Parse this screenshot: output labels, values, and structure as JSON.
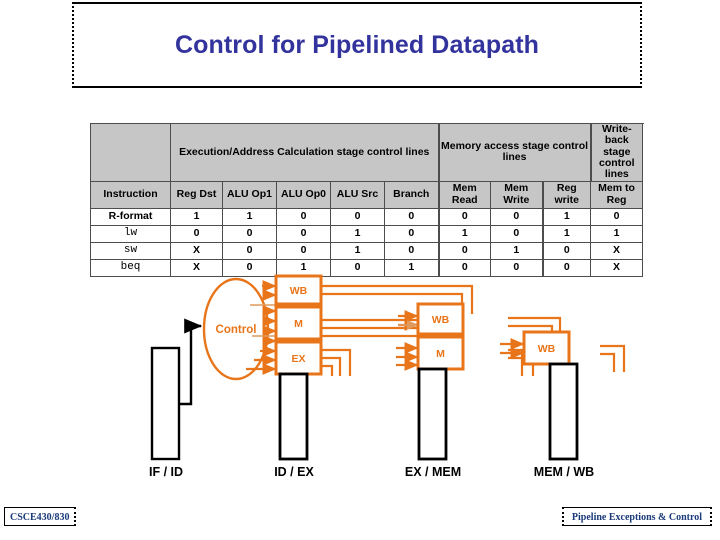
{
  "slide": {
    "title": "Control for Pipelined Datapath"
  },
  "footer": {
    "left": "CSCE430/830",
    "right": "Pipeline Exceptions & Control"
  },
  "table": {
    "group_headers": [
      {
        "label": "",
        "span": 1
      },
      {
        "label": "Execution/Address Calculation stage control lines",
        "span": 5
      },
      {
        "label": "Memory access stage control lines",
        "span": 3
      },
      {
        "label": "Write-back stage control lines",
        "span": 2
      }
    ],
    "columns": [
      "Instruction",
      "Reg Dst",
      "ALU Op1",
      "ALU Op0",
      "ALU Src",
      "Branch",
      "Mem Read",
      "Mem Write",
      "Reg write",
      "Mem to Reg"
    ],
    "rows": [
      {
        "instruction": "R-format",
        "values": [
          "1",
          "1",
          "0",
          "0",
          "0",
          "0",
          "0",
          "1",
          "0"
        ]
      },
      {
        "instruction": "lw",
        "values": [
          "0",
          "0",
          "0",
          "1",
          "0",
          "1",
          "0",
          "1",
          "1"
        ]
      },
      {
        "instruction": "sw",
        "values": [
          "X",
          "0",
          "0",
          "1",
          "0",
          "0",
          "1",
          "0",
          "X"
        ]
      },
      {
        "instruction": "beq",
        "values": [
          "X",
          "0",
          "1",
          "0",
          "1",
          "0",
          "0",
          "0",
          "X"
        ]
      }
    ]
  },
  "diagram": {
    "control_label": "Control",
    "stage_boxes": [
      {
        "id": "idex-wb",
        "label": "WB"
      },
      {
        "id": "idex-m",
        "label": "M"
      },
      {
        "id": "idex-ex",
        "label": "EX"
      },
      {
        "id": "exmem-wb",
        "label": "WB"
      },
      {
        "id": "exmem-m",
        "label": "M"
      },
      {
        "id": "memwb-wb",
        "label": "WB"
      }
    ],
    "register_labels": [
      "IF / ID",
      "ID / EX",
      "EX / MEM",
      "MEM / WB"
    ],
    "colors": {
      "accent_orange": "#e8751a",
      "light_orange": "#e09a5c",
      "black": "#000000",
      "title_blue": "#33339e",
      "footer_blue": "#1a3a7a",
      "table_header_gray": "#c6c6c6"
    }
  }
}
